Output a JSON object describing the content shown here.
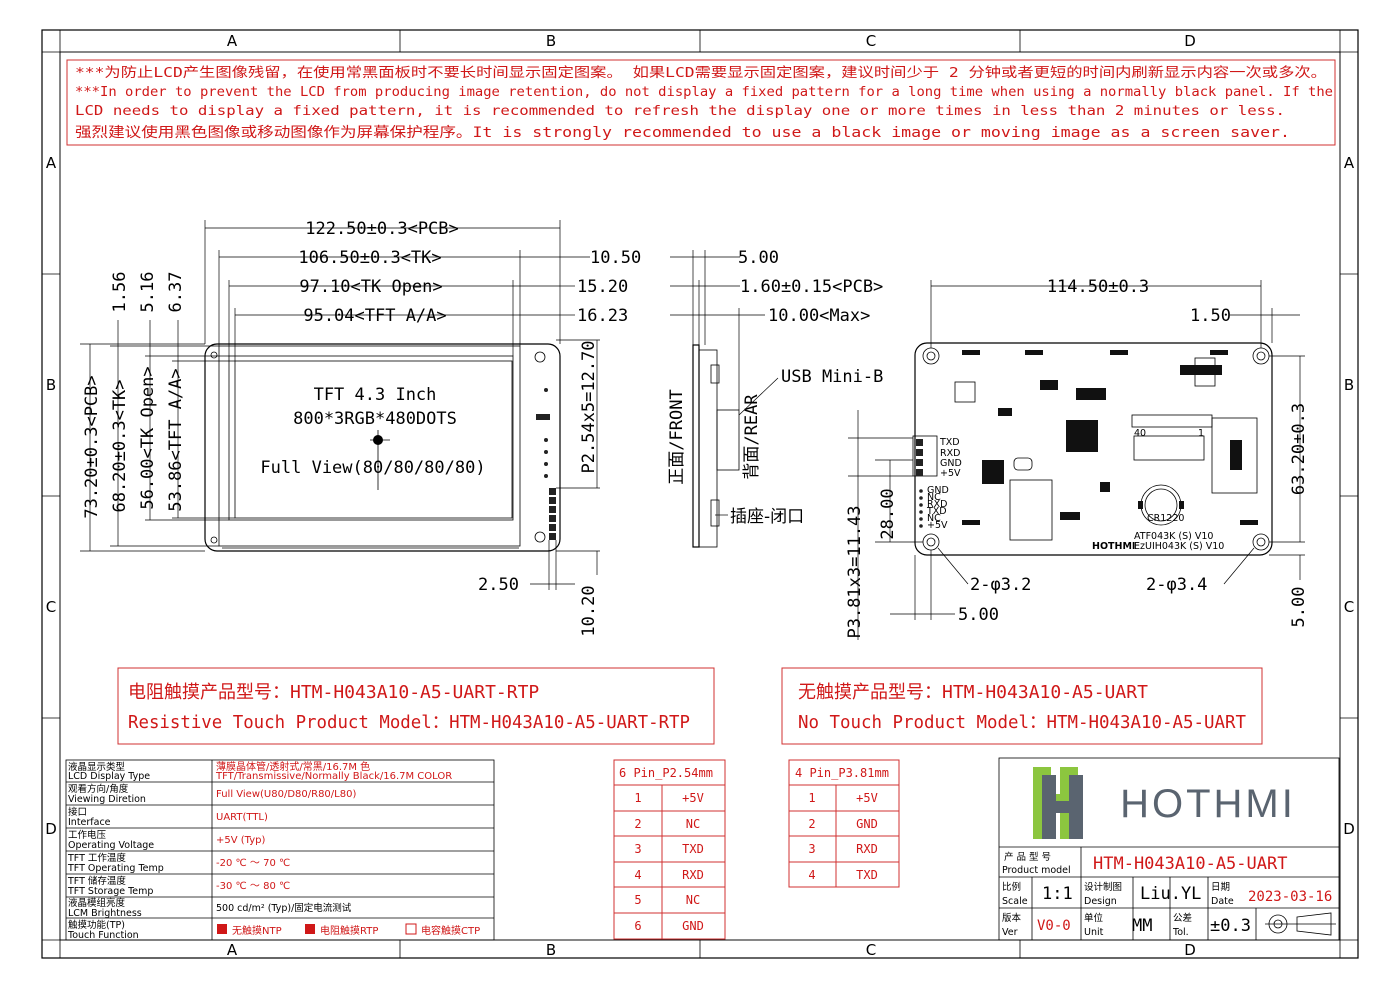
{
  "zones": {
    "columns": [
      "A",
      "B",
      "C",
      "D"
    ],
    "rows": [
      "A",
      "B",
      "C",
      "D"
    ]
  },
  "notice": {
    "line1": "***为防止LCD产生图像残留，在使用常黑面板时不要长时间显示固定图案。 如果LCD需要显示固定图案，建议时间少于 2 分钟或者更短的时间内刷新显示内容一次或多次。",
    "line2": "***In order to prevent the LCD from producing image retention, do not display a fixed pattern for a long time when using a normally black panel. If the",
    "line3": " LCD needs to display a fixed pattern, it is recommended to refresh the display one or more times in less than 2 minutes or less.",
    "line4": "强烈建议使用黑色图像或移动图像作为屏幕保护程序。It is strongly recommended to use a black image or moving image as a screen saver."
  },
  "front_view": {
    "dims": {
      "pcb_w": "122.50±0.3<PCB>",
      "tk_w": "106.50±0.3<TK>",
      "tk_open_w": "97.10<TK Open>",
      "tft_aa_w": "95.04<TFT A/A>",
      "d_10_50": "10.50",
      "d_15_20": "15.20",
      "d_16_23": "16.23",
      "d_1_56": "1.56",
      "d_5_16": "5.16",
      "d_6_37": "6.37",
      "pcb_h": "73.20±0.3<PCB>",
      "tk_h": "68.20±0.3<TK>",
      "tk_open_h": "56.00<TK Open>",
      "tft_aa_h": "53.86<TFT A/A>",
      "pitch": "P2.54x5=12.70",
      "d_2_50": "2.50",
      "d_10_20": "10.20"
    },
    "screen": {
      "line1": "TFT 4.3 Inch",
      "line2": "800*3RGB*480DOTS",
      "line3": "Full View(80/80/80/80)"
    }
  },
  "side_view": {
    "d_5_00": "5.00",
    "pcb_t": "1.60±0.15<PCB>",
    "max_t": "10.00<Max>",
    "usb": "USB Mini-B",
    "front": "正面/FRONT",
    "rear": "背面/REAR",
    "socket": "插座-闭口"
  },
  "back_view": {
    "hole_w": "114.50±0.3",
    "d_1_50": "1.50",
    "hole_h": "63.20±0.3",
    "d_28_00": "28.00",
    "pitch": "P3.81x3=11.43",
    "d_5_00a": "5.00",
    "d_5_00b": "5.00",
    "hole1": "2-φ3.2",
    "hole2": "2-φ3.4",
    "silk": {
      "conn": [
        "TXD",
        "RXD",
        "GND",
        "+5V"
      ],
      "header": [
        "GND",
        "NC",
        "RXD",
        "TXD",
        "NC",
        "+5V"
      ],
      "battery": "CR1220",
      "model1": "ATF043K (S) V10",
      "model2": "EzUIH043K (S) V10",
      "logo": "HOTHMI",
      "n40": "40",
      "n1": "1"
    }
  },
  "models": {
    "rtp_cn": "电阻触摸产品型号：HTM-H043A10-A5-UART-RTP",
    "rtp_en": "Resistive Touch Product Model：HTM-H043A10-A5-UART-RTP",
    "nt_cn": "无触摸产品型号：HTM-H043A10-A5-UART",
    "nt_en": "No Touch Product Model：HTM-H043A10-A5-UART"
  },
  "specs": [
    {
      "cn": "液晶显示类型",
      "en": "LCD Display Type",
      "v1": "薄膜晶体管/透射式/常黑/16.7M 色",
      "v2": "TFT/Transmissive/Normally Black/16.7M COLOR"
    },
    {
      "cn": "观看方向/角度",
      "en": "Viewing Diretion",
      "v1": "Full View(U80/D80/R80/L80)",
      "v2": ""
    },
    {
      "cn": "接口",
      "en": "Interface",
      "v1": "UART(TTL)",
      "v2": ""
    },
    {
      "cn": "工作电压",
      "en": "Operating Voltage",
      "v1": "+5V (Typ)",
      "v2": ""
    },
    {
      "cn": "TFT 工作温度",
      "en": "TFT Operating Temp",
      "v1": "-20 ℃ ～ 70 ℃",
      "v2": ""
    },
    {
      "cn": "TFT 储存温度",
      "en": "TFT Storage Temp",
      "v1": "-30 ℃ ～ 80 ℃",
      "v2": ""
    },
    {
      "cn": "液晶模组亮度",
      "en": "LCM Brightness",
      "v1": "500 cd/m² (Typ)/固定电流测试",
      "v2": ""
    },
    {
      "cn": "触摸功能(TP)",
      "en": "Touch Function",
      "v1": "",
      "v2": ""
    }
  ],
  "touch_options": [
    "无触摸NTP",
    "电阻触摸RTP",
    "电容触摸CTP"
  ],
  "pin6": {
    "title": "6 Pin_P2.54mm",
    "rows": [
      [
        "1",
        "+5V"
      ],
      [
        "2",
        "NC"
      ],
      [
        "3",
        "TXD"
      ],
      [
        "4",
        "RXD"
      ],
      [
        "5",
        "NC"
      ],
      [
        "6",
        "GND"
      ]
    ]
  },
  "pin4": {
    "title": "4 Pin_P3.81mm",
    "rows": [
      [
        "1",
        "+5V"
      ],
      [
        "2",
        "GND"
      ],
      [
        "3",
        "RXD"
      ],
      [
        "4",
        "TXD"
      ]
    ]
  },
  "title_block": {
    "brand": "HOTHMI",
    "pm_cn": "产 品 型 号",
    "pm_en": "Product model",
    "pm_val": "HTM-H043A10-A5-UART",
    "scale_cn": "比例",
    "scale_en": "Scale",
    "scale_val": "1:1",
    "design_cn": "设计制图",
    "design_en": "Design",
    "design_val": "Liu.YL",
    "date_cn": "日期",
    "date_en": "Date",
    "date_val": "2023-03-16",
    "ver_cn": "版本",
    "ver_en": "Ver",
    "ver_val": "V0-0",
    "unit_cn": "单位",
    "unit_en": "Unit",
    "unit_val": "MM",
    "tol_cn": "公差",
    "tol_en": "Tol.",
    "tol_val": "±0.3"
  },
  "colors": {
    "accent": "#d01818",
    "logo_green": "#8cc63f",
    "logo_gray": "#5a6470"
  }
}
